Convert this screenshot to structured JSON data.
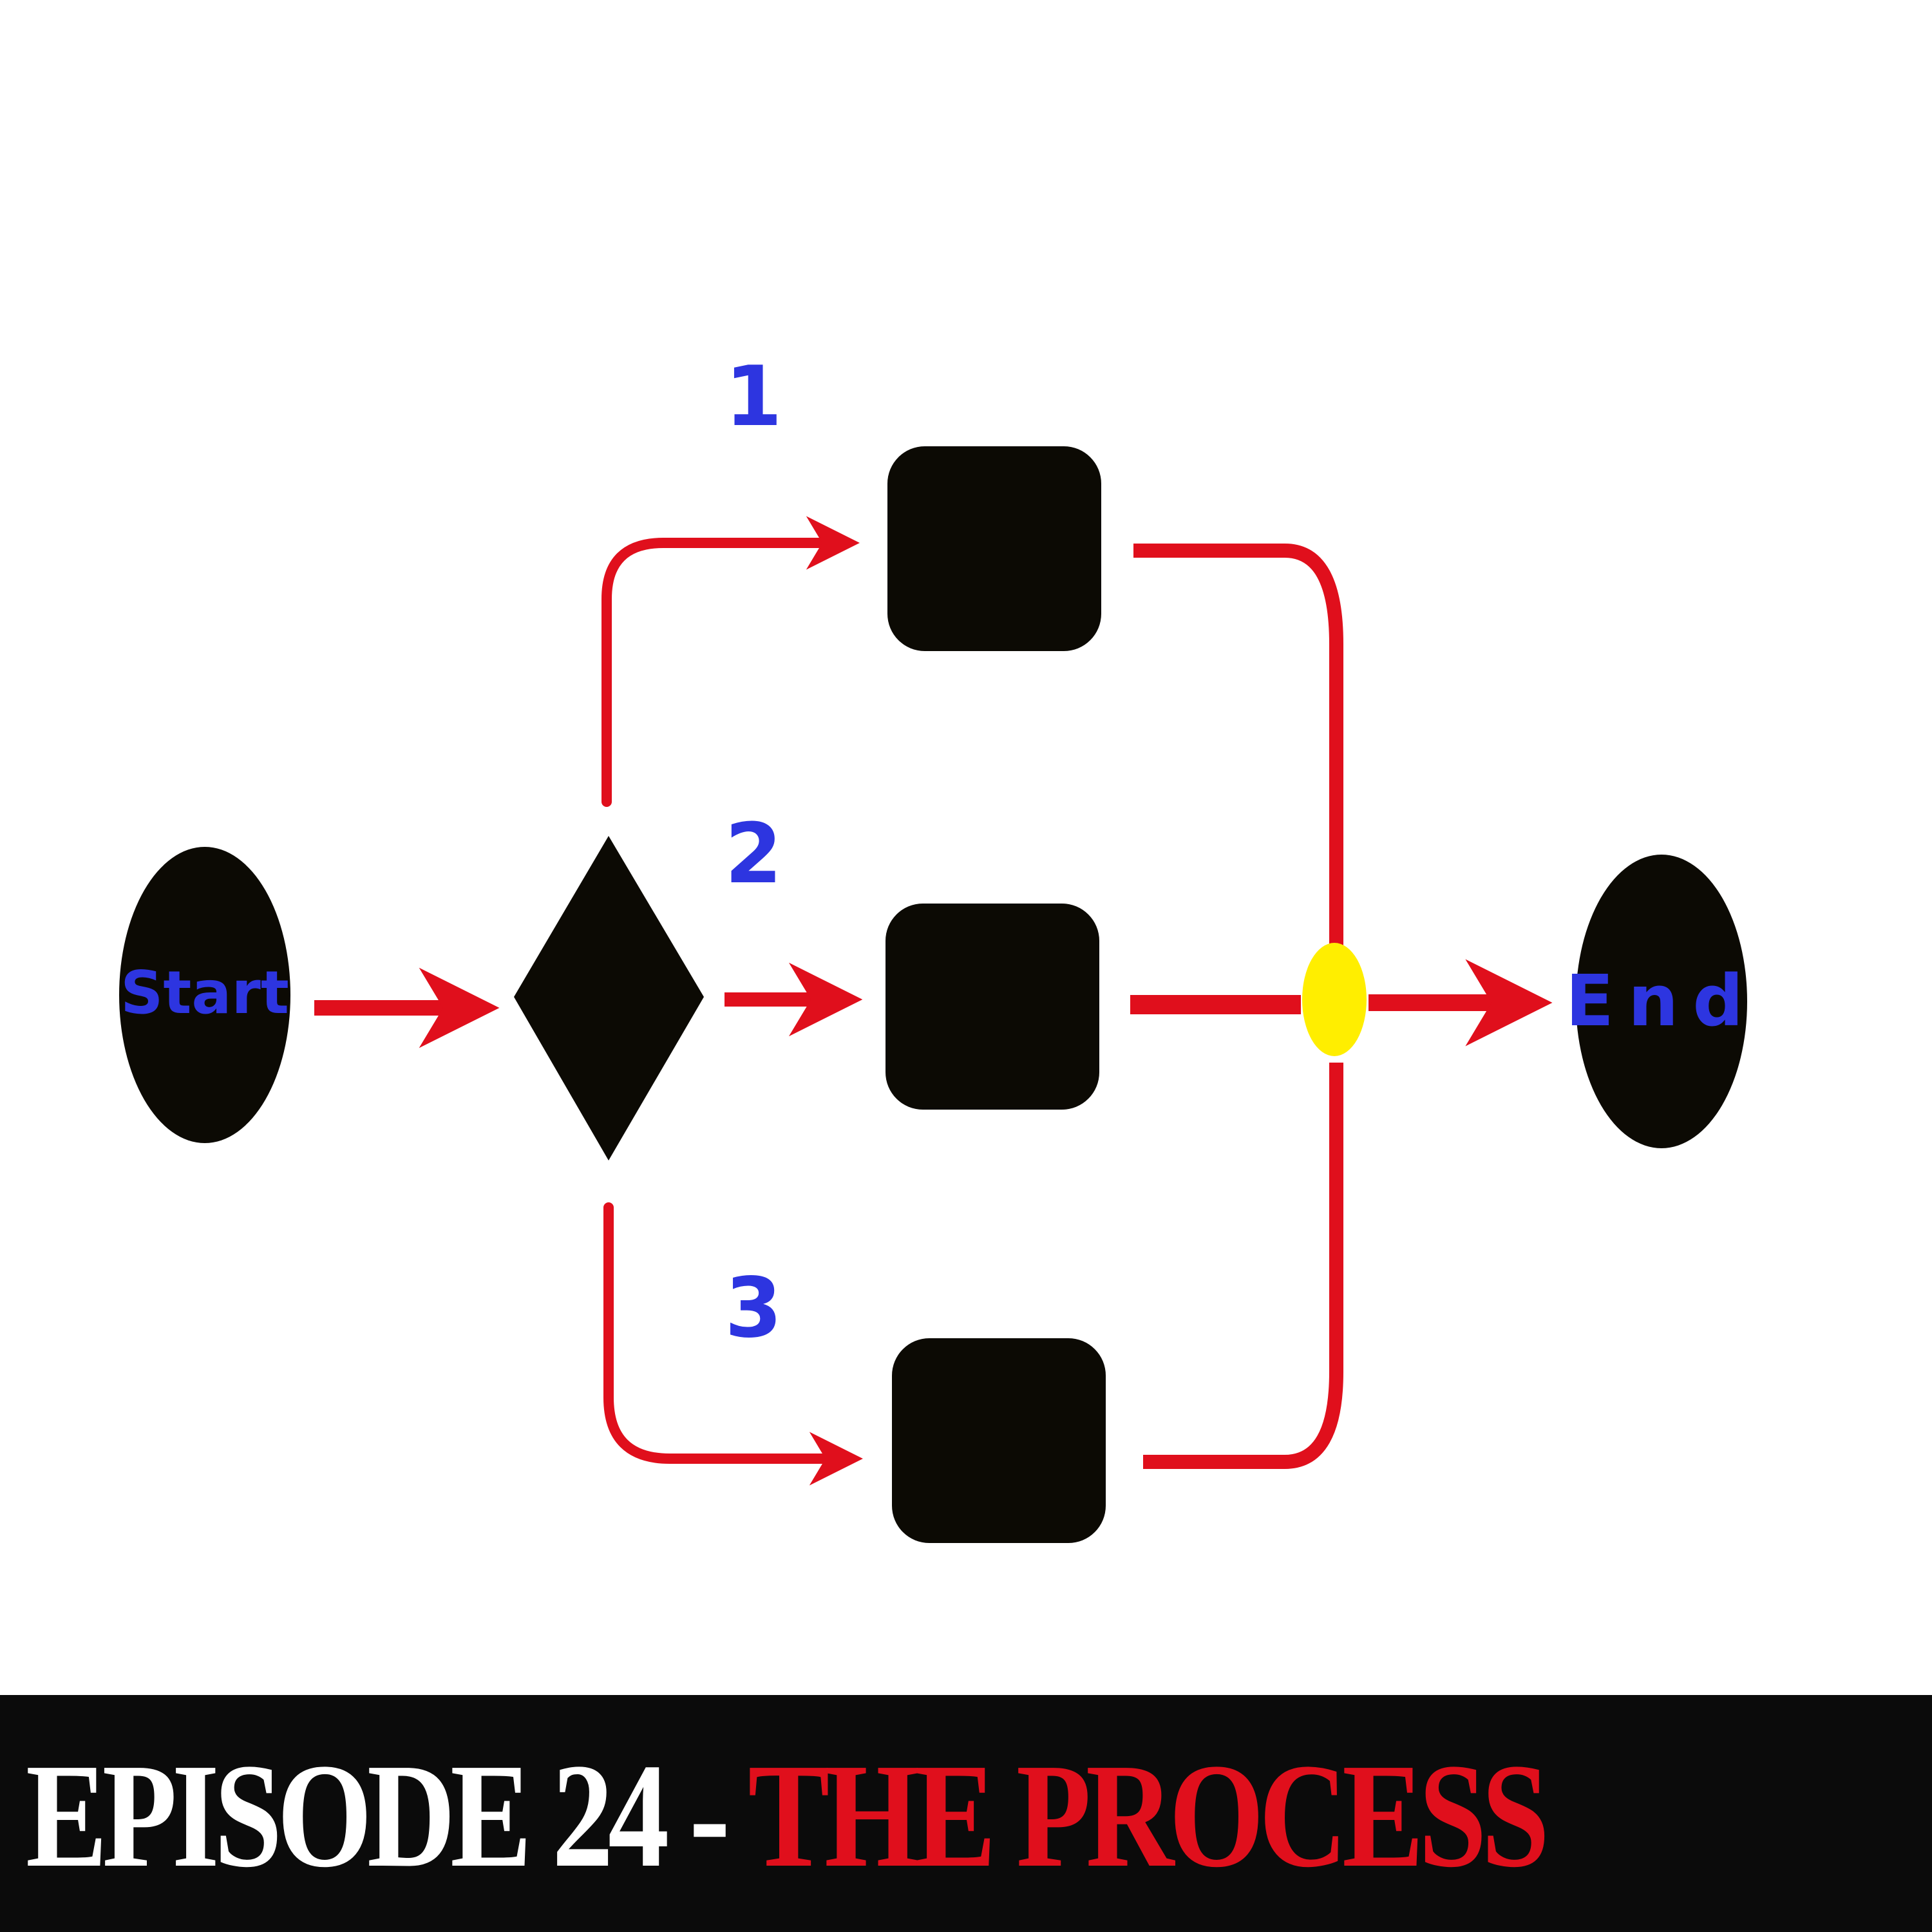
{
  "diagram": {
    "start_label": "Start",
    "end_label": "End",
    "branch_labels": [
      "1",
      "2",
      "3"
    ]
  },
  "banner": {
    "prefix": "EPISODE 24 -",
    "title": "THE PROCESS"
  },
  "colors": {
    "connector": "#e00f1c",
    "node_fill": "#0c0a04",
    "label_text": "#2d35e0",
    "merge_dot": "#ffee00",
    "banner_bg": "#0b0b0b",
    "banner_prefix": "#ffffff",
    "banner_title": "#e00f1c"
  }
}
